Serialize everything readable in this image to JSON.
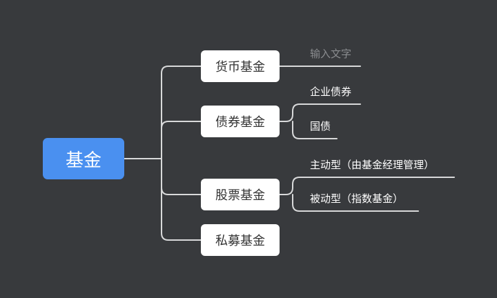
{
  "root": {
    "label": "基金"
  },
  "branches": [
    {
      "label": "货币基金",
      "children": [
        {
          "label": "输入文字",
          "placeholder": true
        }
      ]
    },
    {
      "label": "债券基金",
      "children": [
        {
          "label": "企业债券"
        },
        {
          "label": "国债"
        }
      ]
    },
    {
      "label": "股票基金",
      "children": [
        {
          "label": "主动型（由基金经理管理）"
        },
        {
          "label": "被动型（指数基金）"
        }
      ]
    },
    {
      "label": "私募基金",
      "children": []
    }
  ],
  "colors": {
    "background": "#383a3d",
    "root": "#4a90f0",
    "branch": "#ffffff",
    "line": "#d9dadb",
    "placeholder": "#8a8c8f"
  }
}
